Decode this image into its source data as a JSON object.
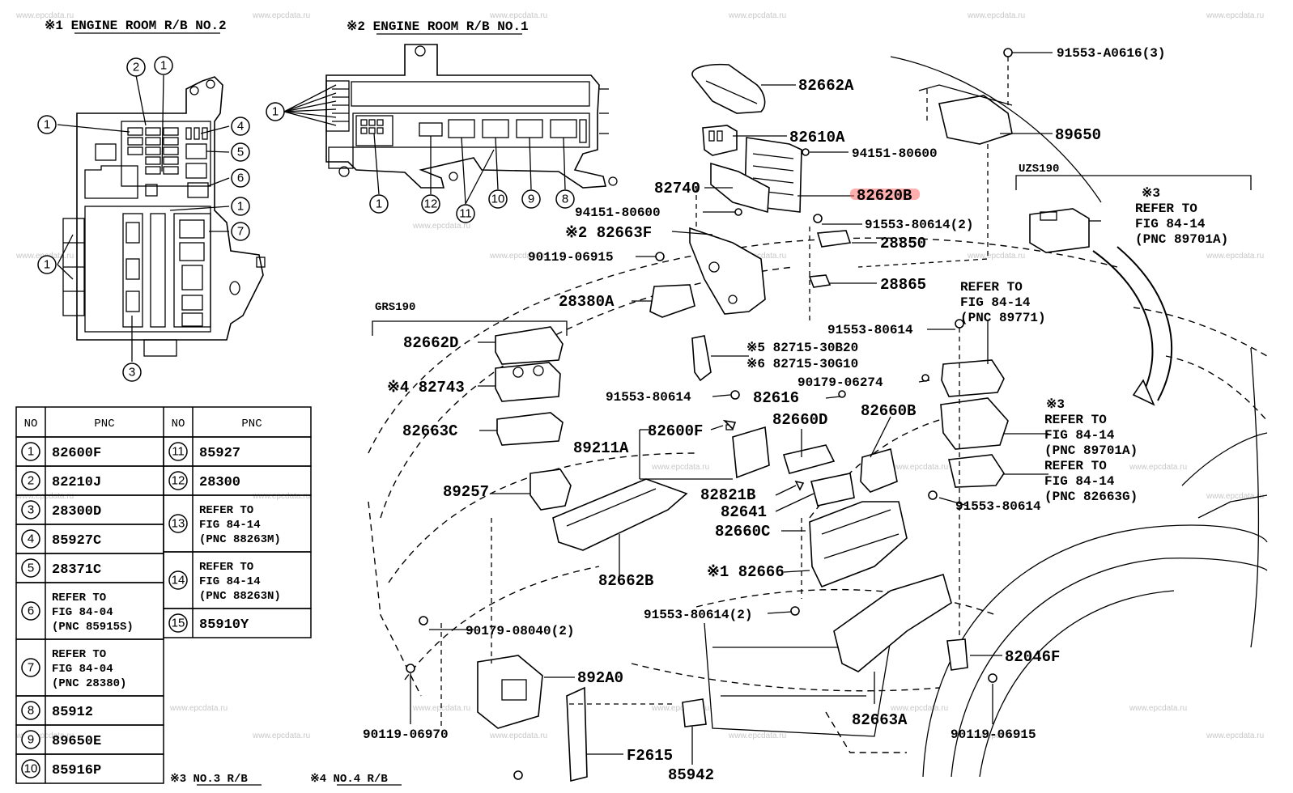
{
  "watermark": "www.epcdata.ru",
  "highlight_color": "#ff6b6b",
  "headers": {
    "rb2": "※1  ENGINE ROOM R/B NO.2",
    "rb1": "※2  ENGINE ROOM R/B NO.1",
    "grs": "GRS190",
    "uzs": "UZS190",
    "no3": "※3  NO.3 R/B",
    "no4": "※4  NO.4 R/B"
  },
  "callouts": {
    "c1": "1",
    "c2": "2",
    "c3": "3",
    "c4": "4",
    "c5": "5",
    "c6": "6",
    "c7": "7",
    "c8": "8",
    "c9": "9",
    "c10": "10",
    "c11": "11",
    "c12": "12"
  },
  "parts": {
    "p91553a0616": "91553-A0616(3)",
    "p82662a": "82662A",
    "p89650": "89650",
    "p82610a": "82610A",
    "p9415180600a": "94151-80600",
    "p82740": "82740",
    "p82620b": "82620B",
    "p9415180600b": "94151-80600",
    "p9155380614_2a": "91553-80614(2)",
    "p82663f": "※2 82663F",
    "p28850": "28850",
    "p9011906915a": "90119-06915",
    "p28865": "28865",
    "p28380a": "28380A",
    "p9155380614a": "91553-80614",
    "p8271530b20": "※5 82715-30B20",
    "p8271530g10": "※6 82715-30G10",
    "p82662d": "82662D",
    "p82743": "※4 82743",
    "p9017906274": "90179-06274",
    "p9155380614b": "91553-80614",
    "p82616": "82616",
    "p82660b": "82660B",
    "p82663c": "82663C",
    "p82660d": "82660D",
    "p82600f": "82600F",
    "p89211a": "89211A",
    "p89257": "89257",
    "p82821b": "82821B",
    "p82641": "82641",
    "p9155380614c": "91553-80614",
    "p82660c": "82660C",
    "p82666": "※1 82666",
    "p82662b": "82662B",
    "p9155380614_2b": "91553-80614(2)",
    "p9017908040": "90179-08040(2)",
    "p82046f": "82046F",
    "p892a0": "892A0",
    "p9011906970": "90119-06970",
    "p9011906915b": "90119-06915",
    "p82663a": "82663A",
    "pf2615": "F2615",
    "p85942": "85942"
  },
  "refs": {
    "ref_uzs": [
      "※3",
      "REFER TO",
      "FIG 84-14",
      "(PNC 89701A)"
    ],
    "ref_89771": [
      "REFER TO",
      "FIG 84-14",
      "(PNC 89771)"
    ],
    "ref_89701a": [
      "※3",
      "REFER TO",
      "FIG 84-14",
      "(PNC 89701A)"
    ],
    "ref_82663g": [
      "REFER TO",
      "FIG 84-14",
      "(PNC 82663G)"
    ]
  },
  "table": {
    "header": {
      "no": "NO",
      "pnc": "PNC"
    },
    "left": [
      {
        "no": "1",
        "pnc": [
          "82600F"
        ]
      },
      {
        "no": "2",
        "pnc": [
          "82210J"
        ]
      },
      {
        "no": "3",
        "pnc": [
          "28300D"
        ]
      },
      {
        "no": "4",
        "pnc": [
          "85927C"
        ]
      },
      {
        "no": "5",
        "pnc": [
          "28371C"
        ]
      },
      {
        "no": "6",
        "pnc": [
          "REFER TO",
          "FIG 84-04",
          "(PNC 85915S)"
        ]
      },
      {
        "no": "7",
        "pnc": [
          "REFER TO",
          "FIG 84-04",
          "(PNC 28380)"
        ]
      },
      {
        "no": "8",
        "pnc": [
          "85912"
        ]
      },
      {
        "no": "9",
        "pnc": [
          "89650E"
        ]
      },
      {
        "no": "10",
        "pnc": [
          "85916P"
        ]
      }
    ],
    "right": [
      {
        "no": "11",
        "pnc": [
          "85927"
        ]
      },
      {
        "no": "12",
        "pnc": [
          "28300"
        ]
      },
      {
        "no": "13",
        "pnc": [
          "REFER TO",
          "FIG 84-14",
          "(PNC 88263M)"
        ]
      },
      {
        "no": "14",
        "pnc": [
          "REFER TO",
          "FIG 84-14",
          "(PNC 88263N)"
        ]
      },
      {
        "no": "15",
        "pnc": [
          "85910Y"
        ]
      }
    ]
  }
}
